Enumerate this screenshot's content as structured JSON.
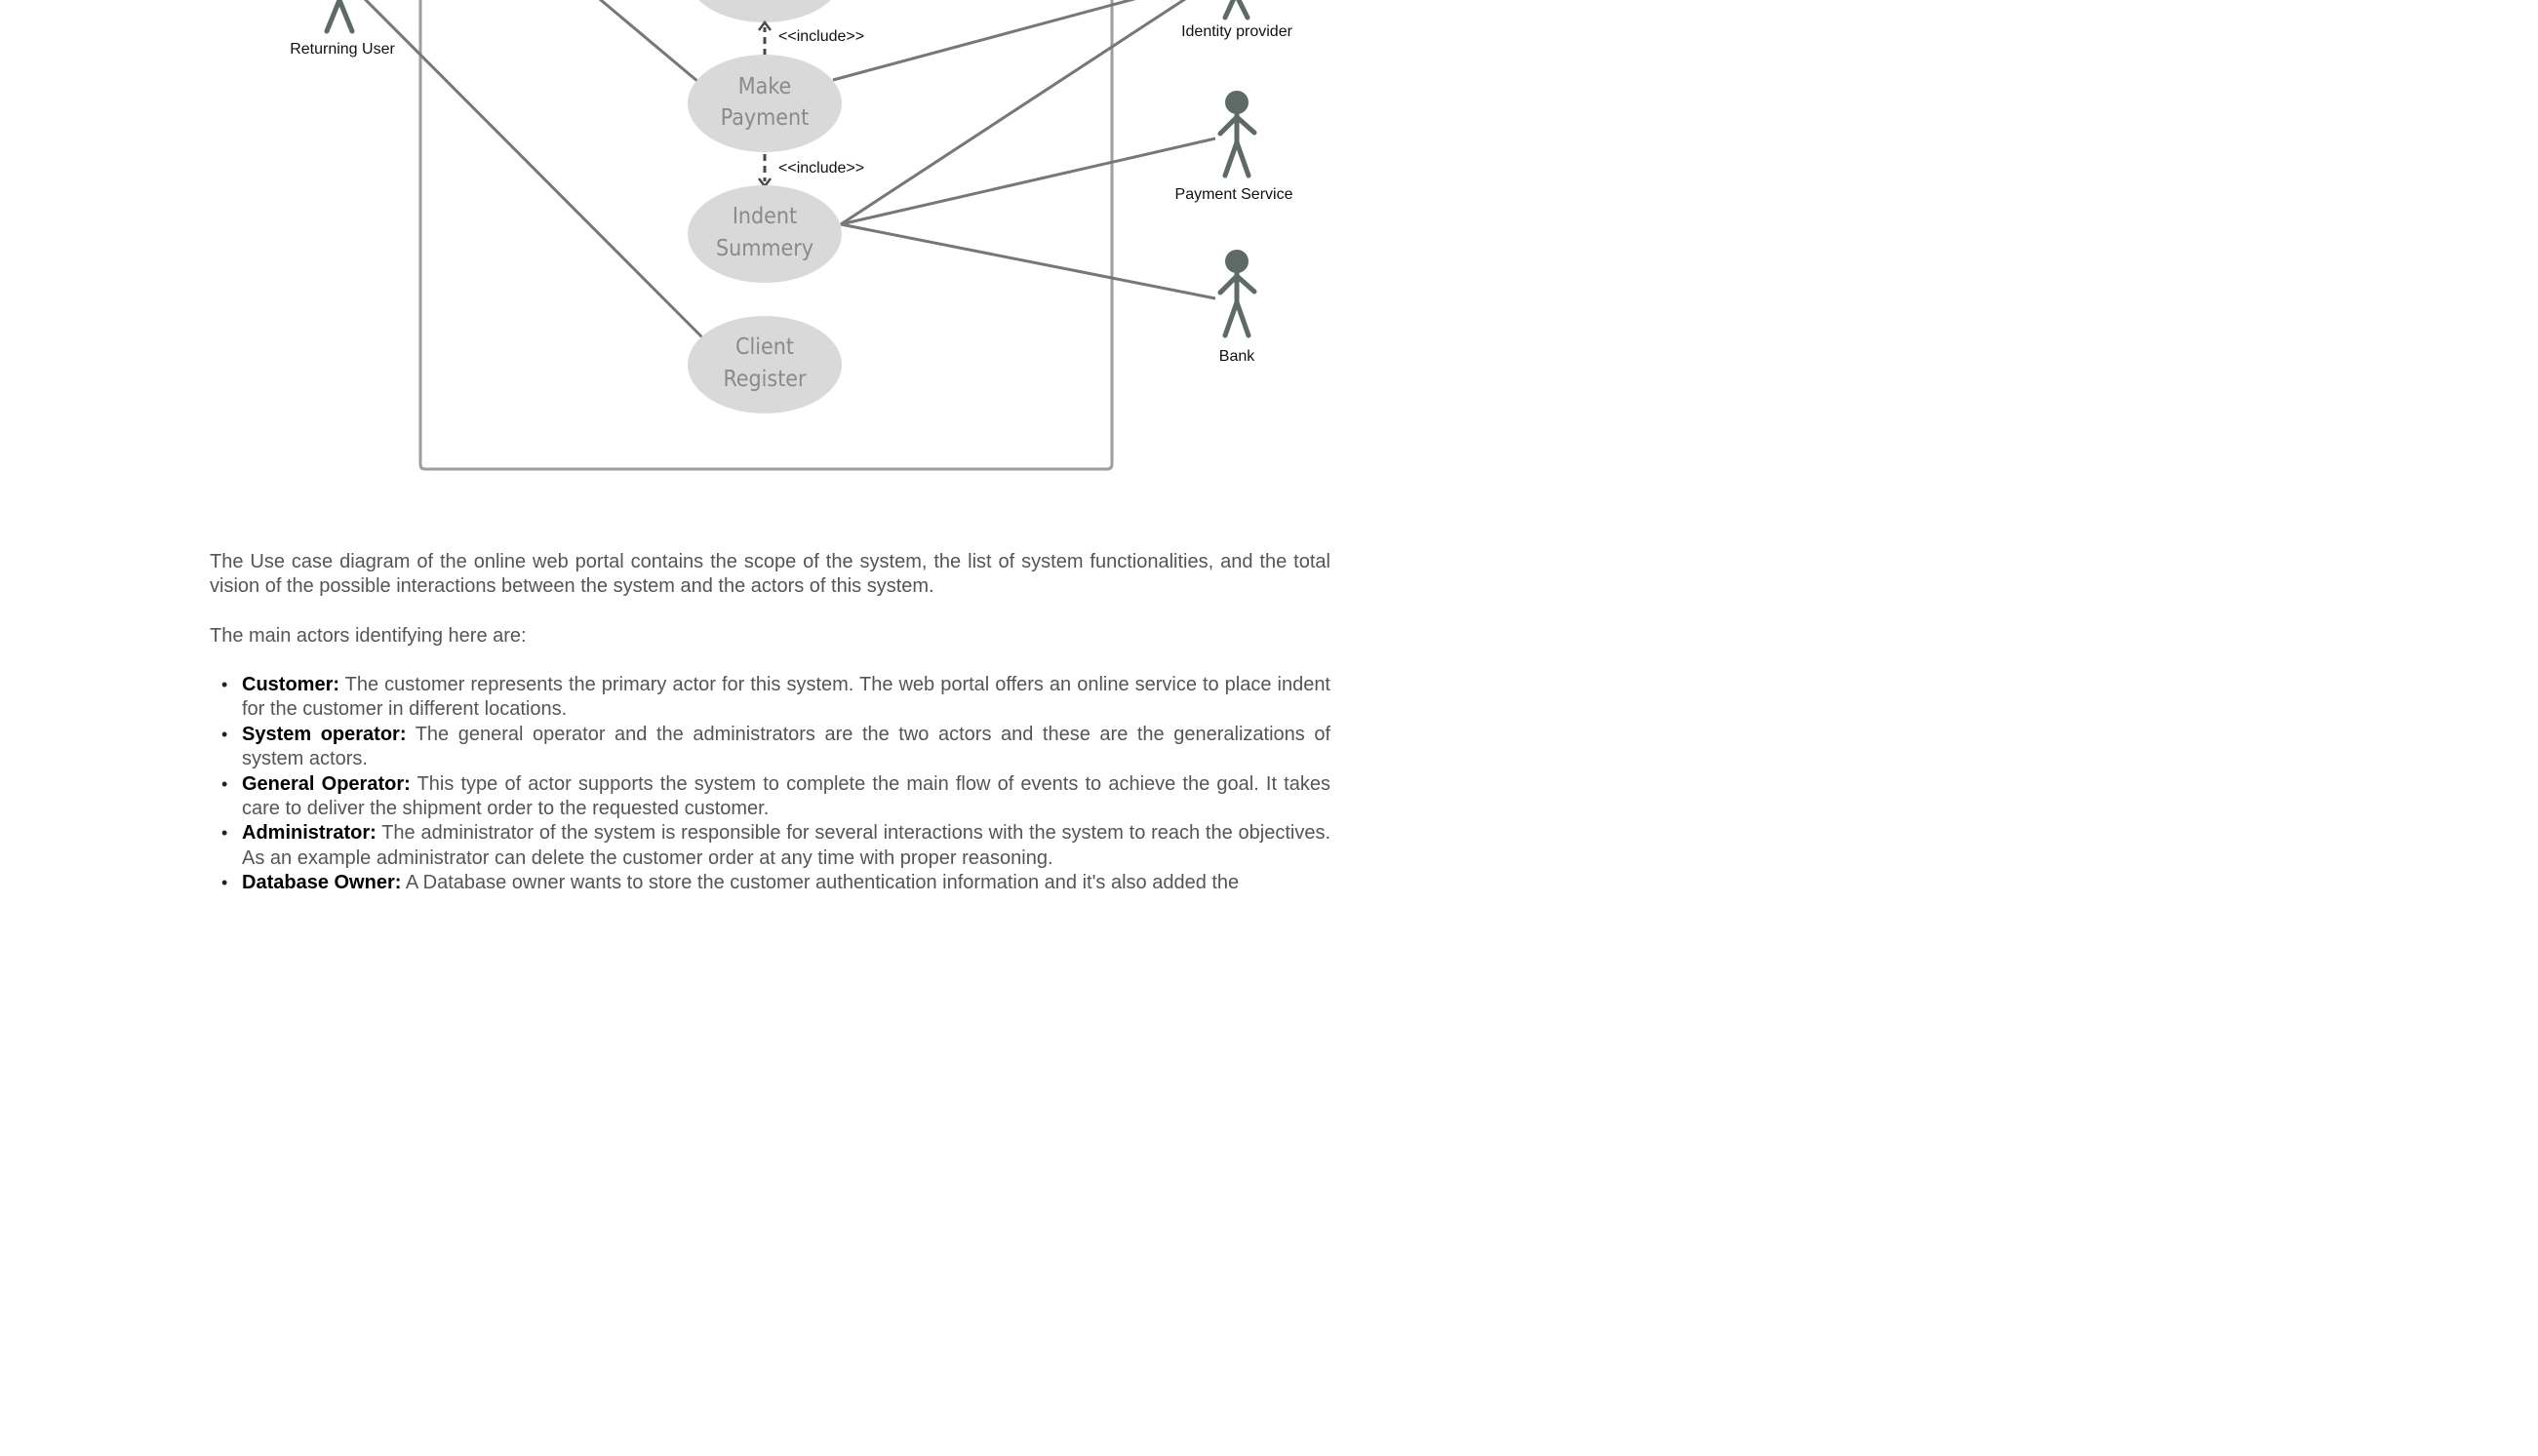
{
  "diagram": {
    "use_cases": {
      "make_payment": [
        "Make",
        "Payment"
      ],
      "indent_summary": [
        "Indent",
        "Summery"
      ],
      "client_register": [
        "Client",
        "Register"
      ]
    },
    "relations": {
      "include_top": "<<include>>",
      "include_mid": "<<include>>"
    },
    "actors": {
      "returning_user": "Returning User",
      "identity_provider": "Identity provider",
      "payment_service": "Payment Service",
      "bank": "Bank"
    },
    "colors": {
      "use_case_fill": "#d9d9d9",
      "line": "#777777",
      "actor": "#5d6a66"
    }
  },
  "description": {
    "paragraph_1": "The Use case diagram of the online web portal contains the scope of the system, the list of system functionalities, and the total vision of the possible interactions between the system and the actors of this system.",
    "paragraph_2": "The main actors identifying here are:",
    "actors": [
      {
        "term": "Customer:",
        "text": " The customer represents the primary actor for this system. The web portal offers an online service to place indent for the customer in different locations."
      },
      {
        "term": "System operator:",
        "text": " The general operator and the administrators are the two actors and these are the generalizations of system actors."
      },
      {
        "term": "General Operator:",
        "text": " This type of actor supports the system to complete the main flow of events to achieve the goal. It takes care to deliver the shipment order to the requested customer."
      },
      {
        "term": "Administrator:",
        "text": " The administrator of the system is responsible for several interactions with the system to reach the objectives. As an example administrator can delete the customer order at any time with proper reasoning."
      },
      {
        "term": "Database Owner:",
        "text": " A Database owner wants to store the customer authentication information and it's also added the"
      }
    ]
  }
}
